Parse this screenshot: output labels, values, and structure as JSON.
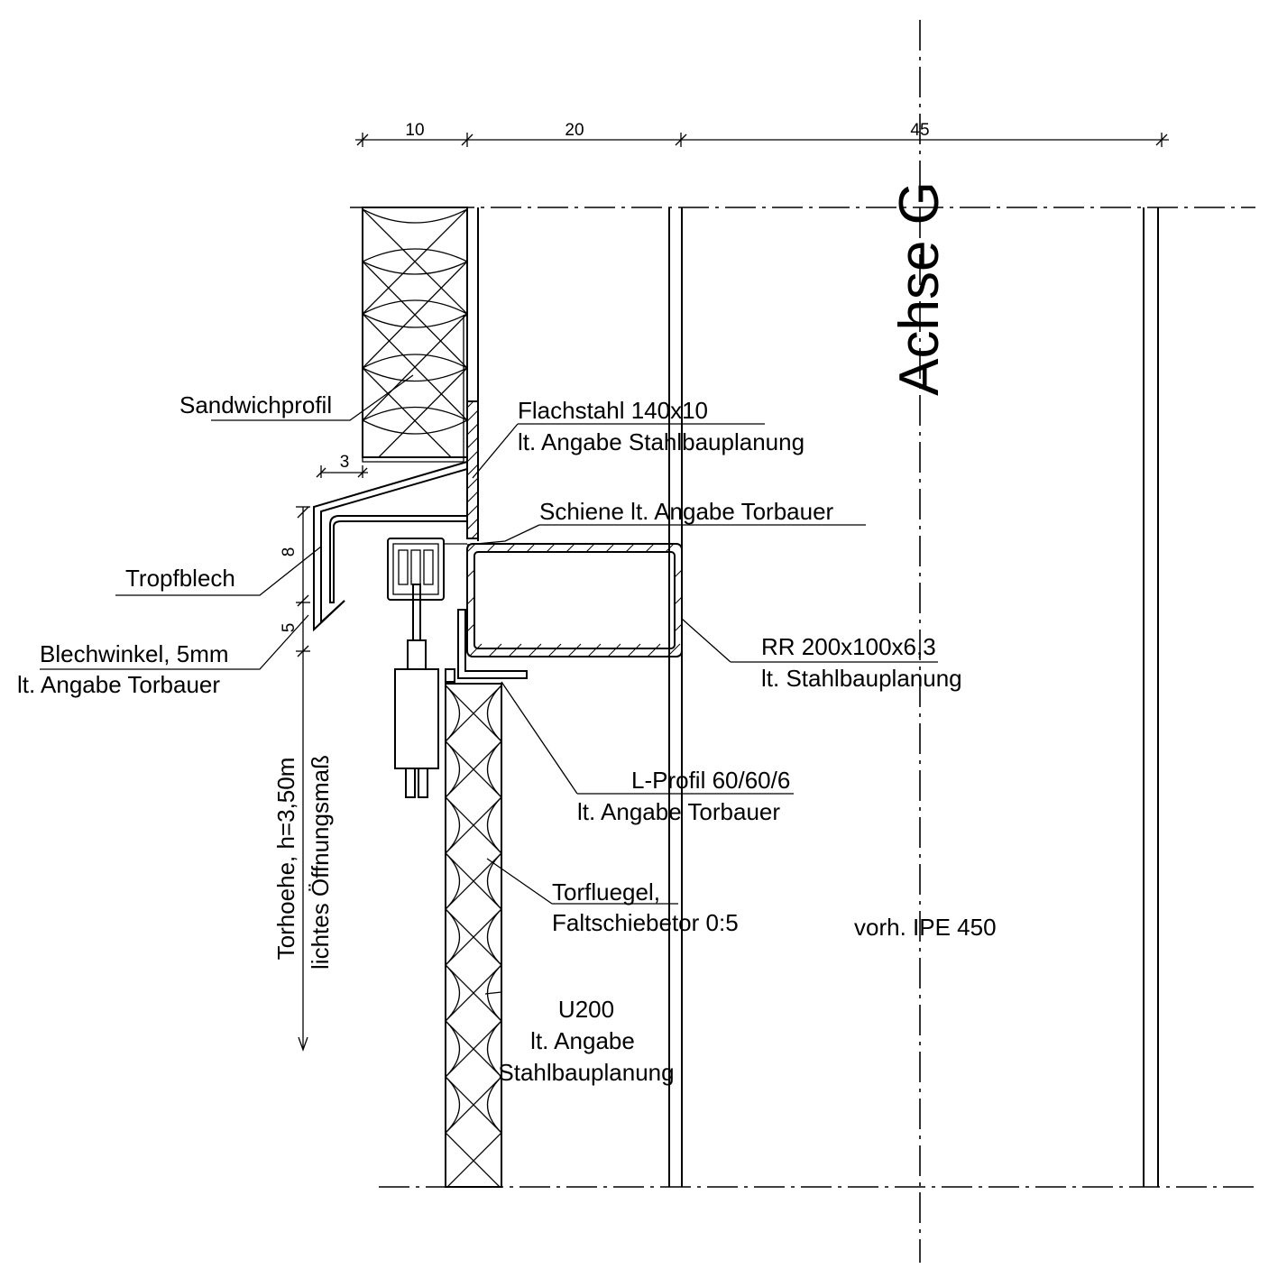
{
  "dimensions": {
    "top": [
      "10",
      "20",
      "45"
    ],
    "drip": "3",
    "side_upper": "8",
    "side_lower": "5"
  },
  "axis_label": "Achse G",
  "labels": {
    "sandwich": "Sandwichprofil",
    "flachstahl": [
      "Flachstahl 140x10",
      "lt. Angabe Stahlbauplanung"
    ],
    "schiene": "Schiene lt. Angabe Torbauer",
    "tropfblech": "Tropfblech",
    "blechwinkel": [
      "Blechwinkel, 5mm",
      "lt. Angabe Torbauer"
    ],
    "rr": [
      "RR 200x100x6,3",
      "lt. Stahlbauplanung"
    ],
    "lprofil": [
      "L-Profil 60/60/6",
      "lt. Angabe Torbauer"
    ],
    "torfluegel": [
      "Torfluegel,",
      "Faltschiebetor 0:5"
    ],
    "ipe": "vorh. IPE 450",
    "u200": [
      "U200",
      "lt. Angabe",
      "Stahlbauplanung"
    ],
    "torhoehe": [
      "Torhoehe, h=3,50m",
      "lichtes Öffnungsmaß"
    ]
  }
}
